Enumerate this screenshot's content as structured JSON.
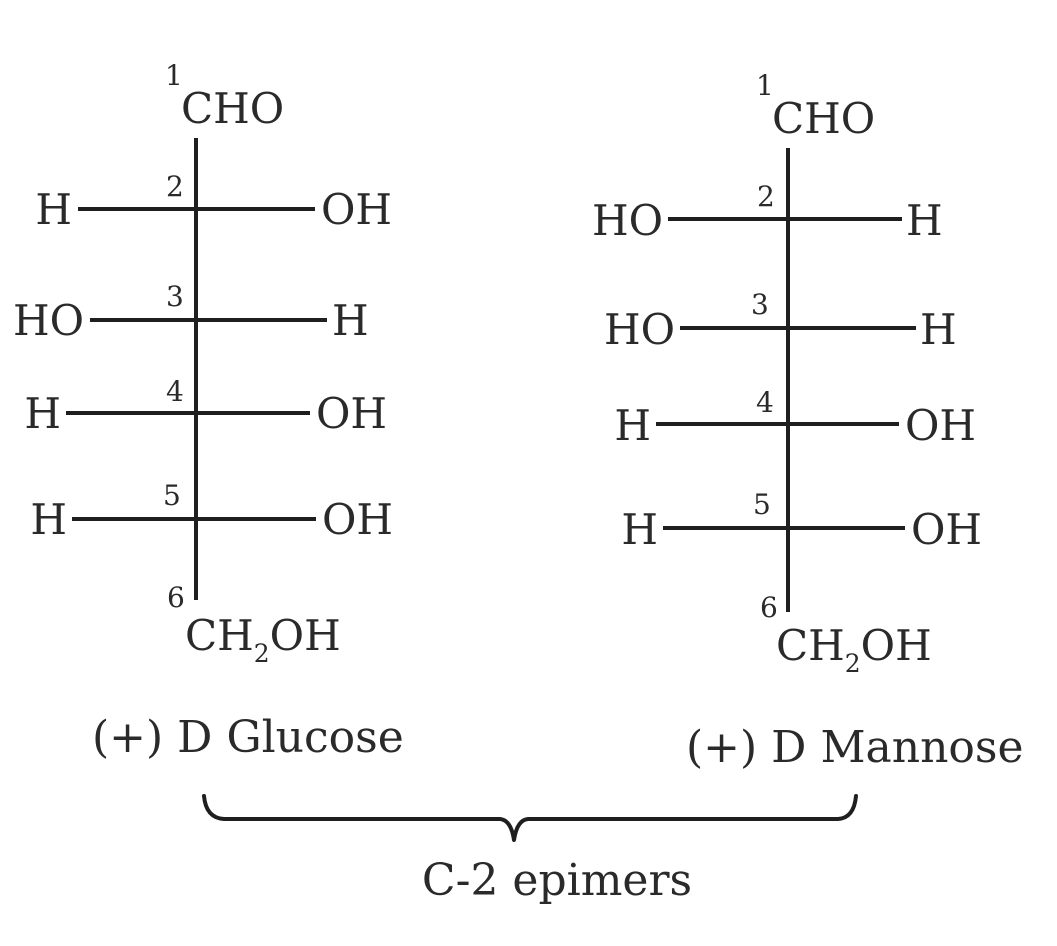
{
  "molecules": [
    {
      "name": "(+) D Glucose",
      "top": {
        "number": "1",
        "group": "CHO"
      },
      "rows": [
        {
          "carbon": "2",
          "left": "H",
          "right": "OH"
        },
        {
          "carbon": "3",
          "left": "HO",
          "right": "H"
        },
        {
          "carbon": "4",
          "left": "H",
          "right": "OH"
        },
        {
          "carbon": "5",
          "left": "H",
          "right": "OH"
        }
      ],
      "bottom": {
        "number": "6",
        "group_parts": [
          "CH",
          "2",
          "OH"
        ]
      }
    },
    {
      "name": "(+) D Mannose",
      "top": {
        "number": "1",
        "group": "CHO"
      },
      "rows": [
        {
          "carbon": "2",
          "left": "HO",
          "right": "H"
        },
        {
          "carbon": "3",
          "left": "HO",
          "right": "H"
        },
        {
          "carbon": "4",
          "left": "H",
          "right": "OH"
        },
        {
          "carbon": "5",
          "left": "H",
          "right": "OH"
        }
      ],
      "bottom": {
        "number": "6",
        "group_parts": [
          "CH",
          "2",
          "OH"
        ]
      }
    }
  ],
  "relation_label": "C-2 epimers"
}
